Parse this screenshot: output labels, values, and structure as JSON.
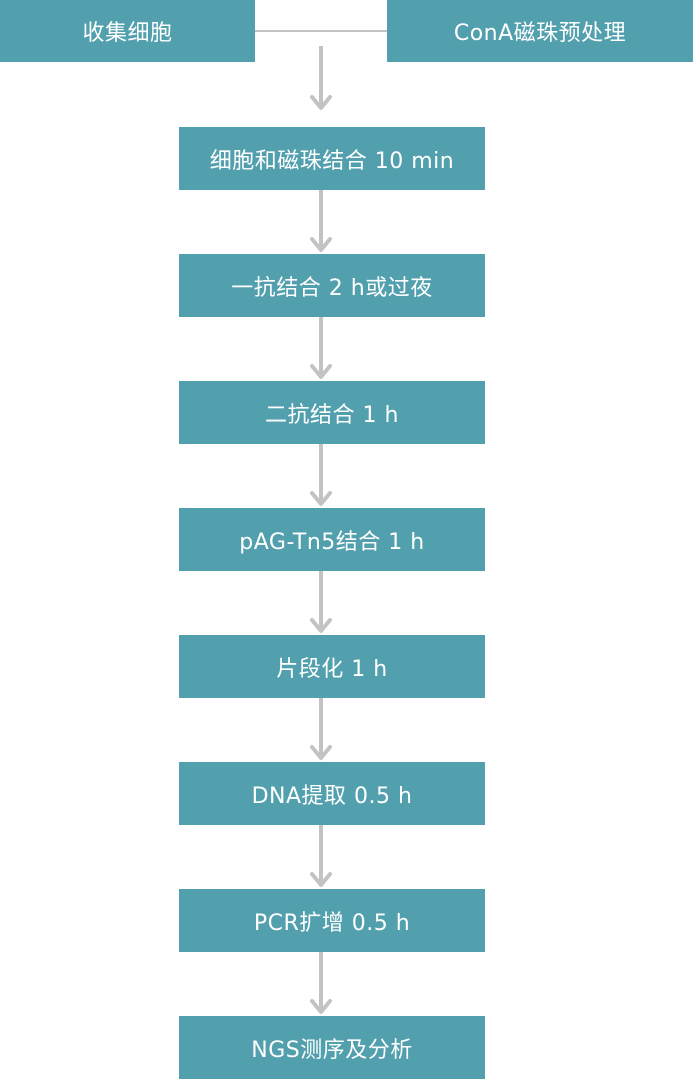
{
  "colors": {
    "box": "#52a0ae",
    "arrow": "#c3c3c3",
    "text": "#ffffff"
  },
  "top": {
    "left_label": "收集细胞",
    "right_label": "ConA磁珠预处理"
  },
  "steps": [
    "细胞和磁珠结合 10 min",
    "一抗结合 2 h或过夜",
    "二抗结合 1 h",
    "pAG-Tn5结合 1 h",
    "片段化 1 h",
    "DNA提取 0.5 h",
    "PCR扩增 0.5 h",
    "NGS测序及分析"
  ]
}
